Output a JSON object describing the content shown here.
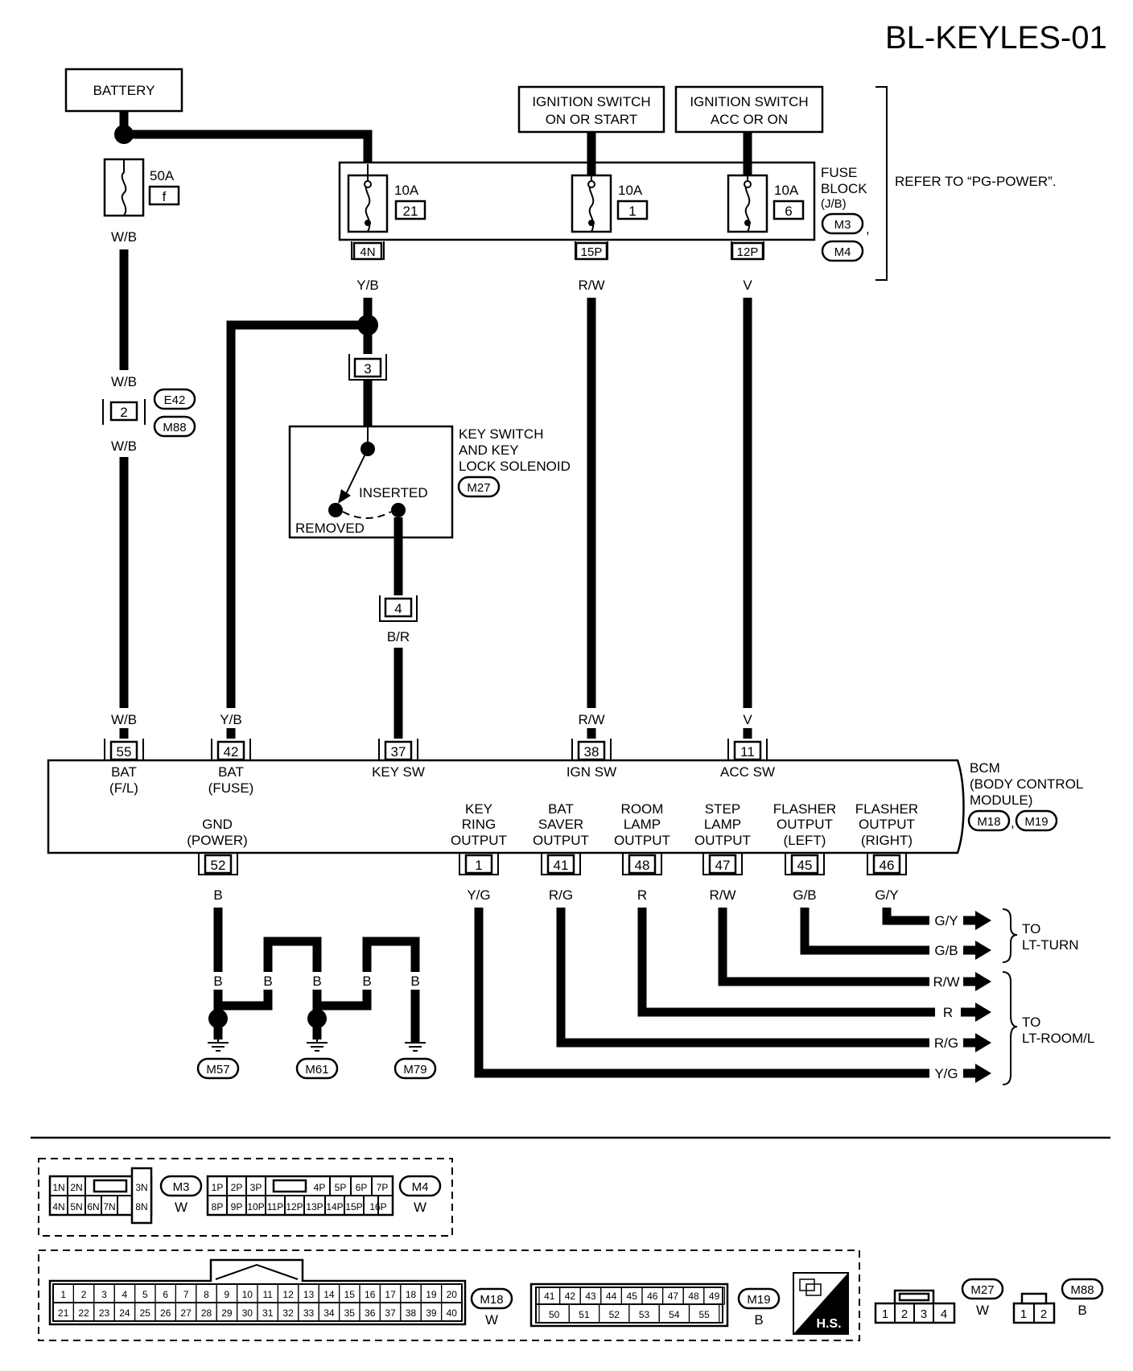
{
  "title": "BL-KEYLES-01",
  "sources": {
    "battery": "BATTERY",
    "ign_on_start_1": "IGNITION SWITCH",
    "ign_on_start_2": "ON OR START",
    "ign_acc_on_1": "IGNITION SWITCH",
    "ign_acc_on_2": "ACC OR ON"
  },
  "fuses": {
    "main": {
      "rating": "50A",
      "id": "f"
    },
    "f21": {
      "rating": "10A",
      "id": "21"
    },
    "f1": {
      "rating": "10A",
      "id": "1"
    },
    "f6": {
      "rating": "10A",
      "id": "6"
    }
  },
  "fuse_block": {
    "l1": "FUSE",
    "l2": "BLOCK",
    "l3": "(J/B)",
    "conn1": "M3",
    "conn2": "M4",
    "refer": "REFER TO “PG-POWER”."
  },
  "fuse_block_pins": {
    "p4n": "4N",
    "p15p": "15P",
    "p12p": "12P"
  },
  "wire_colors": {
    "wb": "W/B",
    "yb": "Y/B",
    "rw": "R/W",
    "v": "V",
    "br": "B/R",
    "b": "B",
    "yg": "Y/G",
    "rg": "R/G",
    "r": "R",
    "gb": "G/B",
    "gy": "G/Y"
  },
  "joint_connector": {
    "pin": "2",
    "c1": "E42",
    "c2": "M88"
  },
  "key_switch": {
    "l1": "KEY SWITCH",
    "l2": "AND KEY",
    "l3": "LOCK SOLENOID",
    "conn": "M27",
    "inserted": "INSERTED",
    "removed": "REMOVED",
    "pin_in": "3",
    "pin_out": "4"
  },
  "bcm": {
    "l1": "BCM",
    "l2": "(BODY CONTROL",
    "l3": "MODULE)",
    "c1": "M18",
    "c2": "M19",
    "top_pins": {
      "p55": {
        "pin": "55",
        "l1": "BAT",
        "l2": "(F/L)"
      },
      "p42": {
        "pin": "42",
        "l1": "BAT",
        "l2": "(FUSE)"
      },
      "p37": {
        "pin": "37",
        "l1": "KEY SW"
      },
      "p38": {
        "pin": "38",
        "l1": "IGN SW"
      },
      "p11": {
        "pin": "11",
        "l1": "ACC SW"
      }
    },
    "bottom_pins": {
      "p52": {
        "pin": "52",
        "l1": "GND",
        "l2": "(POWER)"
      },
      "p1": {
        "pin": "1",
        "l1": "KEY",
        "l2": "RING",
        "l3": "OUTPUT"
      },
      "p41": {
        "pin": "41",
        "l1": "BAT",
        "l2": "SAVER",
        "l3": "OUTPUT"
      },
      "p48": {
        "pin": "48",
        "l1": "ROOM",
        "l2": "LAMP",
        "l3": "OUTPUT"
      },
      "p47": {
        "pin": "47",
        "l1": "STEP",
        "l2": "LAMP",
        "l3": "OUTPUT"
      },
      "p45": {
        "pin": "45",
        "l1": "FLASHER",
        "l2": "OUTPUT",
        "l3": "(LEFT)"
      },
      "p46": {
        "pin": "46",
        "l1": "FLASHER",
        "l2": "OUTPUT",
        "l3": "(RIGHT)"
      }
    }
  },
  "grounds": {
    "g1": "M57",
    "g2": "M61",
    "g3": "M79"
  },
  "destinations": {
    "turn_1": "TO",
    "turn_2": "LT-TURN",
    "room_1": "TO",
    "room_2": "LT-ROOM/L"
  },
  "connectors": {
    "m3": {
      "name": "M3",
      "color": "W",
      "top": [
        "1N",
        "2N",
        "3N"
      ],
      "bottom": [
        "4N",
        "5N",
        "6N",
        "7N",
        "8N"
      ]
    },
    "m4": {
      "name": "M4",
      "color": "W",
      "top": [
        "1P",
        "2P",
        "3P",
        "4P",
        "5P",
        "6P",
        "7P"
      ],
      "bottom": [
        "8P",
        "9P",
        "10P",
        "11P",
        "12P",
        "13P",
        "14P",
        "15P",
        "16P"
      ]
    },
    "m18": {
      "name": "M18",
      "color": "W",
      "top": [
        "1",
        "2",
        "3",
        "4",
        "5",
        "6",
        "7",
        "8",
        "9",
        "10",
        "11",
        "12",
        "13",
        "14",
        "15",
        "16",
        "17",
        "18",
        "19",
        "20"
      ],
      "bottom": [
        "21",
        "22",
        "23",
        "24",
        "25",
        "26",
        "27",
        "28",
        "29",
        "30",
        "31",
        "32",
        "33",
        "34",
        "35",
        "36",
        "37",
        "38",
        "39",
        "40"
      ]
    },
    "m19": {
      "name": "M19",
      "color": "B",
      "top": [
        "41",
        "42",
        "43",
        "44",
        "45",
        "46",
        "47",
        "48",
        "49"
      ],
      "bottom": [
        "50",
        "51",
        "52",
        "53",
        "54",
        "55"
      ]
    },
    "hs": "H.S.",
    "m27": {
      "name": "M27",
      "color": "W",
      "pins": [
        "1",
        "2",
        "3",
        "4"
      ]
    },
    "m88": {
      "name": "M88",
      "color": "B",
      "pins": [
        "1",
        "2"
      ]
    }
  }
}
